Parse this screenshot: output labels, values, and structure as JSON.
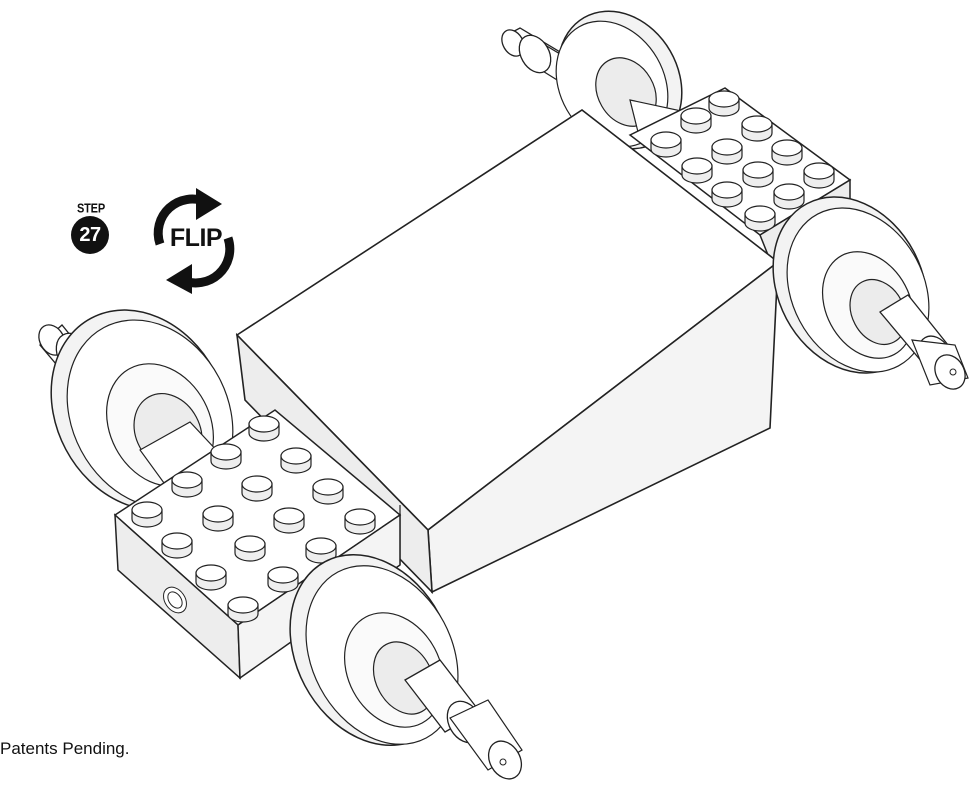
{
  "step": {
    "label": "STEP",
    "number": "27"
  },
  "action": {
    "label": "FLIP",
    "icon": "flip-rotate-icon"
  },
  "footer": {
    "text": "Patents Pending."
  },
  "colors": {
    "ink": "#111111",
    "part_fill": "#ffffff",
    "shade": "#f1f1f1",
    "shade_dark": "#e2e2e2"
  }
}
